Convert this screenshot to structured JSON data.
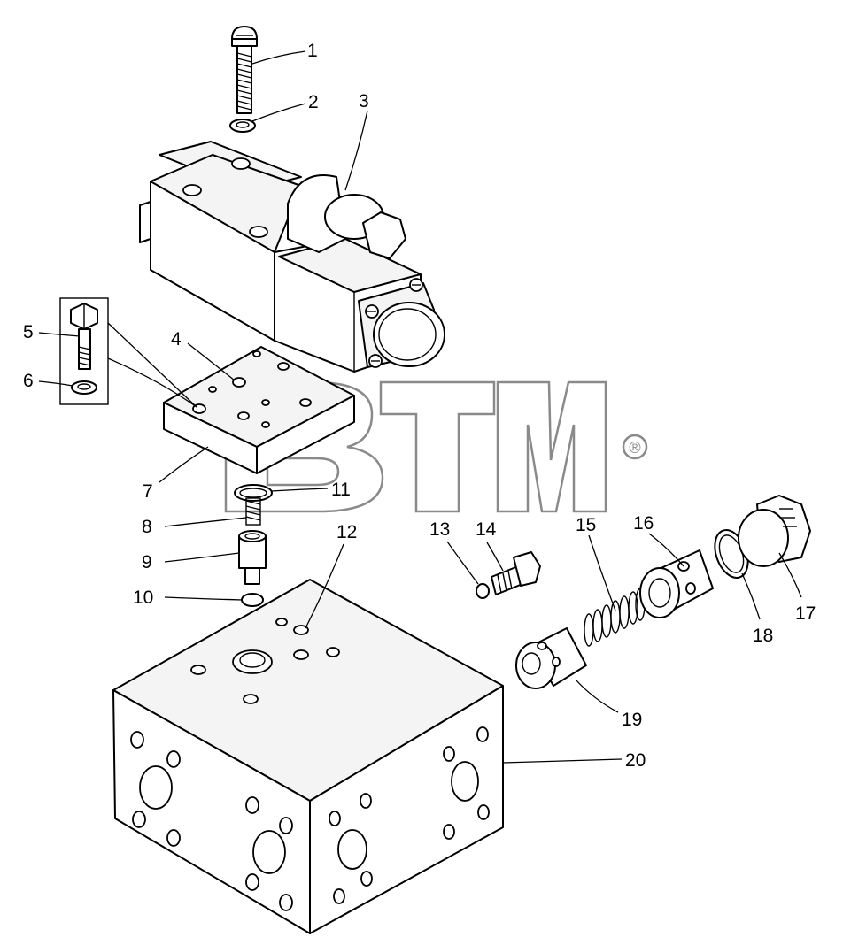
{
  "watermark": {
    "brand": "BTM",
    "registered": "®",
    "color": "#8a8a8a"
  },
  "callouts": [
    {
      "id": "c1",
      "number": "1",
      "part": "screw"
    },
    {
      "id": "c2",
      "number": "2",
      "part": "washer"
    },
    {
      "id": "c3",
      "number": "3",
      "part": "solenoid-valve"
    },
    {
      "id": "c4",
      "number": "4",
      "part": "o-ring"
    },
    {
      "id": "c5",
      "number": "5",
      "part": "hex-bolt"
    },
    {
      "id": "c6",
      "number": "6",
      "part": "lock-washer"
    },
    {
      "id": "c7",
      "number": "7",
      "part": "adapter-plate"
    },
    {
      "id": "c8",
      "number": "8",
      "part": "spring"
    },
    {
      "id": "c9",
      "number": "9",
      "part": "sleeve"
    },
    {
      "id": "c10",
      "number": "10",
      "part": "o-ring"
    },
    {
      "id": "c11",
      "number": "11",
      "part": "o-ring"
    },
    {
      "id": "c12",
      "number": "12",
      "part": "o-ring"
    },
    {
      "id": "c13",
      "number": "13",
      "part": "o-ring"
    },
    {
      "id": "c14",
      "number": "14",
      "part": "plug-screw"
    },
    {
      "id": "c15",
      "number": "15",
      "part": "spring"
    },
    {
      "id": "c16",
      "number": "16",
      "part": "valve-sleeve"
    },
    {
      "id": "c17",
      "number": "17",
      "part": "plug"
    },
    {
      "id": "c18",
      "number": "18",
      "part": "o-ring"
    },
    {
      "id": "c19",
      "number": "19",
      "part": "poppet"
    },
    {
      "id": "c20",
      "number": "20",
      "part": "valve-block"
    }
  ]
}
